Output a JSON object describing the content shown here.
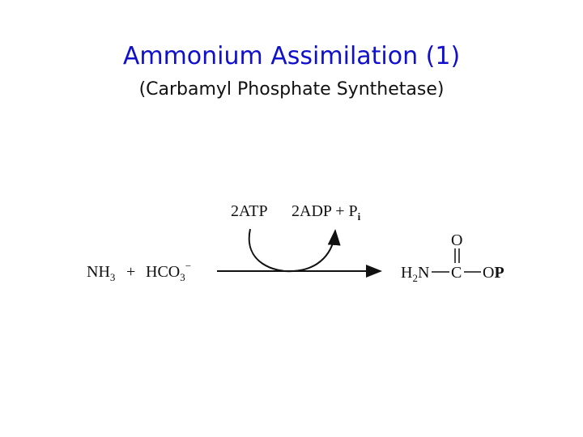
{
  "slide": {
    "title": "Ammonium Assimilation (1)",
    "subtitle": "(Carbamyl Phosphate Synthetase)"
  },
  "reaction": {
    "reactant1": "NH",
    "reactant1_sub": "3",
    "plus": "+",
    "reactant2": "HCO",
    "reactant2_sub": "3",
    "reactant2_charge": "−",
    "cofactor_in": "2ATP",
    "cofactor_out": "2ADP + P",
    "cofactor_out_sub": "i",
    "product": {
      "h": "H",
      "h_sub": "2",
      "n": "N",
      "c": "C",
      "o_top": "O",
      "op_o": "O",
      "op_p": "P"
    }
  }
}
